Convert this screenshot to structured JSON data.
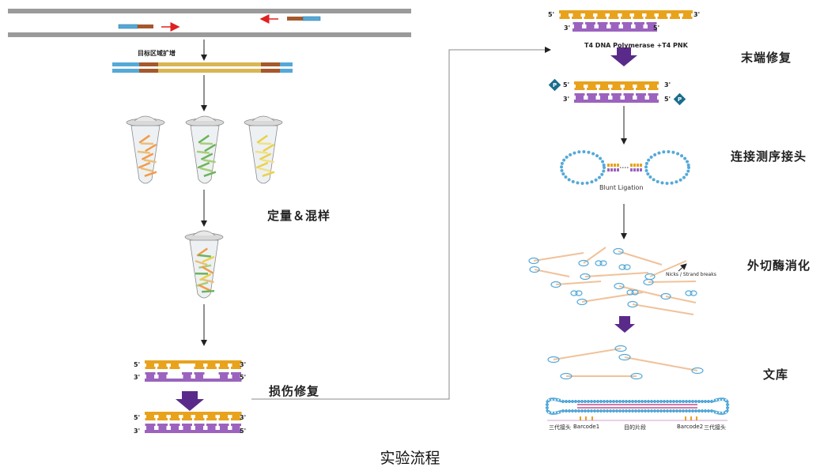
{
  "left": {
    "target_label": "目标区域扩增",
    "step_quant": "定量＆混样",
    "step_repair": "损伤修复",
    "ends": {
      "five": "5'",
      "three": "3'"
    }
  },
  "right": {
    "enzyme_label": "T4 DNA Polymerase +T4 PNK",
    "step_end_repair": "末端修复",
    "step_adapter": "连接测序接头",
    "blunt_label": "Blunt  Ligation",
    "step_exo": "外切酶消化",
    "nicks_label": "Nicks / Strand breaks",
    "step_library": "文库",
    "phosphate": "P",
    "library_parts": [
      "三代接头",
      "Barcode1",
      "目的片段",
      "Barcode2",
      "三代接头"
    ]
  },
  "caption": "实验流程",
  "colors": {
    "orange": "#e8a21c",
    "purple": "#9b63be",
    "dark_purple": "#5a2a8a",
    "blue": "#55a9d8",
    "brown": "#a5582b",
    "gold": "#d9b652",
    "teal": "#1c6d8c",
    "peach": "#f0c29a",
    "grey": "#8a8a8a",
    "red": "#e02020"
  }
}
